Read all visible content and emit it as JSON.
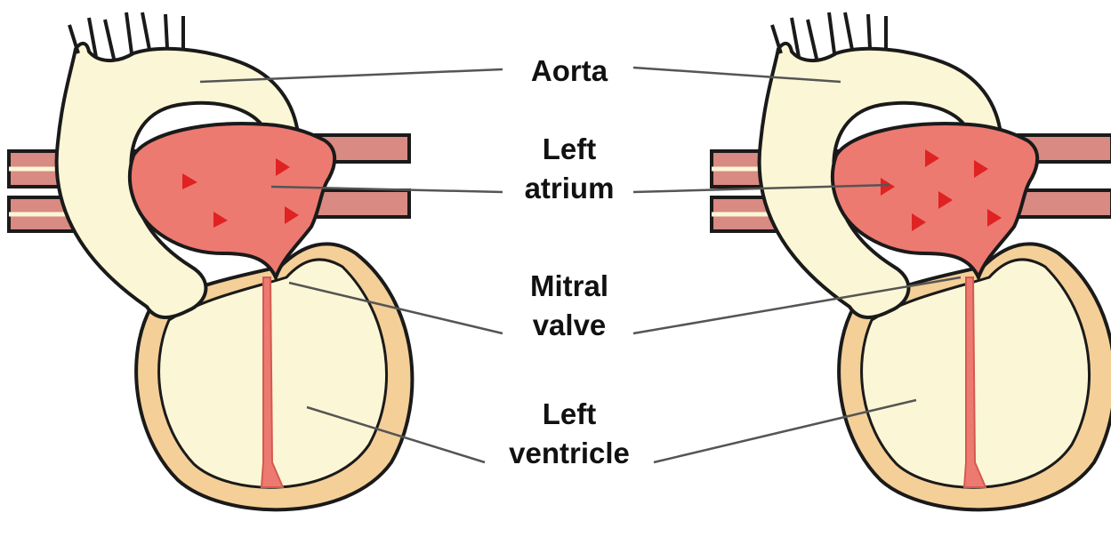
{
  "labels": {
    "aorta": "Aorta",
    "left_atrium": [
      "Left",
      "atrium"
    ],
    "mitral_valve": [
      "Mitral",
      "valve"
    ],
    "left_ventricle": [
      "Left",
      "ventricle"
    ]
  },
  "colors": {
    "background": "#ffffff",
    "tissue": "#fbf7d6",
    "muscle": "#f4cf98",
    "blood": "#ec7a70",
    "vessel": "#d98a82",
    "arrow": "#e02222",
    "outline": "#1a1a1a",
    "leader": "#555555",
    "text": "#111111"
  }
}
